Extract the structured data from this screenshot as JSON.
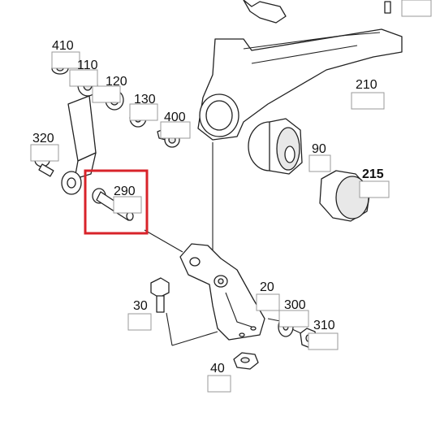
{
  "diagram": {
    "highlight_color": "#d8232a",
    "callouts": [
      {
        "id": "410",
        "text": "410"
      },
      {
        "id": "110",
        "text": "110"
      },
      {
        "id": "120",
        "text": "120"
      },
      {
        "id": "130",
        "text": "130"
      },
      {
        "id": "400",
        "text": "400"
      },
      {
        "id": "320",
        "text": "320"
      },
      {
        "id": "290",
        "text": "290",
        "highlighted": true
      },
      {
        "id": "210",
        "text": "210"
      },
      {
        "id": "90",
        "text": "90"
      },
      {
        "id": "215",
        "text": "215",
        "bold": true
      },
      {
        "id": "20",
        "text": "20"
      },
      {
        "id": "30",
        "text": "30"
      },
      {
        "id": "300",
        "text": "300"
      },
      {
        "id": "310",
        "text": "310"
      },
      {
        "id": "40",
        "text": "40"
      }
    ]
  }
}
